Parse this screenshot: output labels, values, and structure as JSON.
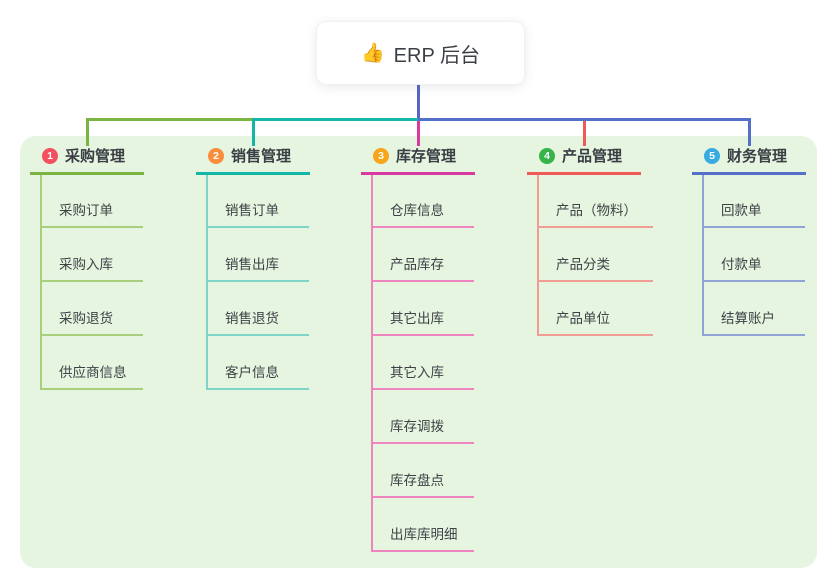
{
  "root": {
    "label": "ERP 后台",
    "icon": "👍",
    "icon_name": "thumbs-up-icon",
    "stem_color": "#5565c6"
  },
  "canvas": {
    "page_bg": "#ffffff",
    "panel_bg": "#e6f5e0"
  },
  "branches": [
    {
      "index": "1",
      "label": "采购管理",
      "badge_color": "#f4505f",
      "line_color": "#7cb442",
      "child_line_color": "#a9cf7d",
      "children": [
        "采购订单",
        "采购入库",
        "采购退货",
        "供应商信息"
      ]
    },
    {
      "index": "2",
      "label": "销售管理",
      "badge_color": "#fa8c3e",
      "line_color": "#14b6a7",
      "child_line_color": "#7fd4c7",
      "children": [
        "销售订单",
        "销售出库",
        "销售退货",
        "客户信息"
      ]
    },
    {
      "index": "3",
      "label": "库存管理",
      "badge_color": "#f7a61c",
      "line_color": "#d83aa2",
      "child_line_color": "#ee85bf",
      "children": [
        "仓库信息",
        "产品库存",
        "其它出库",
        "其它入库",
        "库存调拨",
        "库存盘点",
        "出库库明细"
      ]
    },
    {
      "index": "4",
      "label": "产品管理",
      "badge_color": "#36b44a",
      "line_color": "#f05a56",
      "child_line_color": "#f19d94",
      "children": [
        "产品（物料）",
        "产品分类",
        "产品单位"
      ]
    },
    {
      "index": "5",
      "label": "财务管理",
      "badge_color": "#38ace0",
      "line_color": "#5570c8",
      "child_line_color": "#8fa3d6",
      "children": [
        "回款单",
        "付款单",
        "结算账户"
      ]
    }
  ]
}
